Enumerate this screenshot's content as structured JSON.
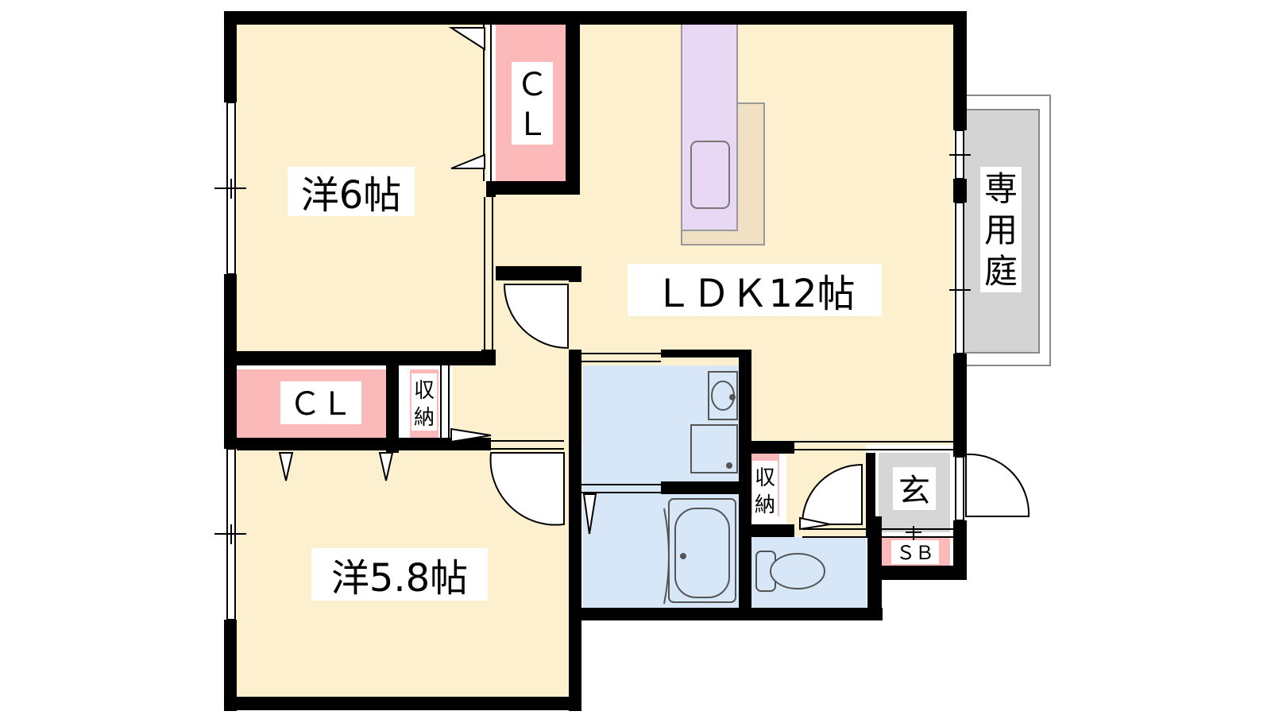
{
  "rooms": {
    "western_6": {
      "label": "洋6帖"
    },
    "western_58": {
      "label": "洋5.8帖"
    },
    "ldk": {
      "label": "ＬＤＫ12帖"
    },
    "cl_top": {
      "line1": "Ｃ",
      "line2": "Ｌ"
    },
    "cl_left": {
      "label": "ＣＬ"
    },
    "storage_small": {
      "line1": "収",
      "line2": "納"
    },
    "storage_toilet": {
      "line1": "収",
      "line2": "納"
    },
    "entrance": {
      "label": "玄"
    },
    "shoe_box": {
      "label": "ＳＢ"
    },
    "private_garden": {
      "line1": "専",
      "line2": "用",
      "line3": "庭"
    }
  },
  "colors": {
    "room_fill": "#fdf0cf",
    "closet_fill": "#fbb9b9",
    "wet_fill": "#d7e7f8",
    "kitchen_fill": "#e8d8f4",
    "counter_fill": "#f0e0c4",
    "garden_fill": "#d4d4d4",
    "entrance_fill": "#d6d6d6",
    "wall": "#000000"
  }
}
